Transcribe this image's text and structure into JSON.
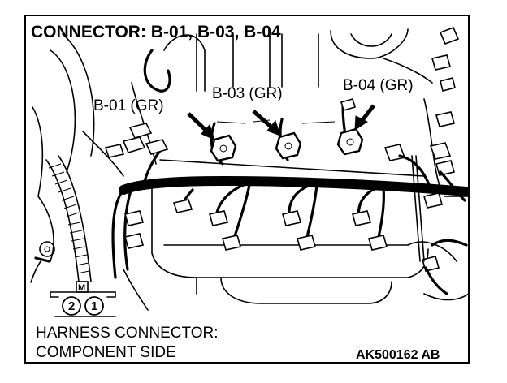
{
  "title": "CONNECTOR: B-01, B-03, B-04",
  "connectors": [
    {
      "id": "b01",
      "label": "B-01 (GR)"
    },
    {
      "id": "b03",
      "label": "B-03 (GR)"
    },
    {
      "id": "b04",
      "label": "B-04 (GR)"
    }
  ],
  "harness_symbol": {
    "marker": "M",
    "pins": [
      "2",
      "1"
    ]
  },
  "caption": {
    "line1": "HARNESS CONNECTOR:",
    "line2": "COMPONENT SIDE"
  },
  "figure_code": "AK500162 AB"
}
